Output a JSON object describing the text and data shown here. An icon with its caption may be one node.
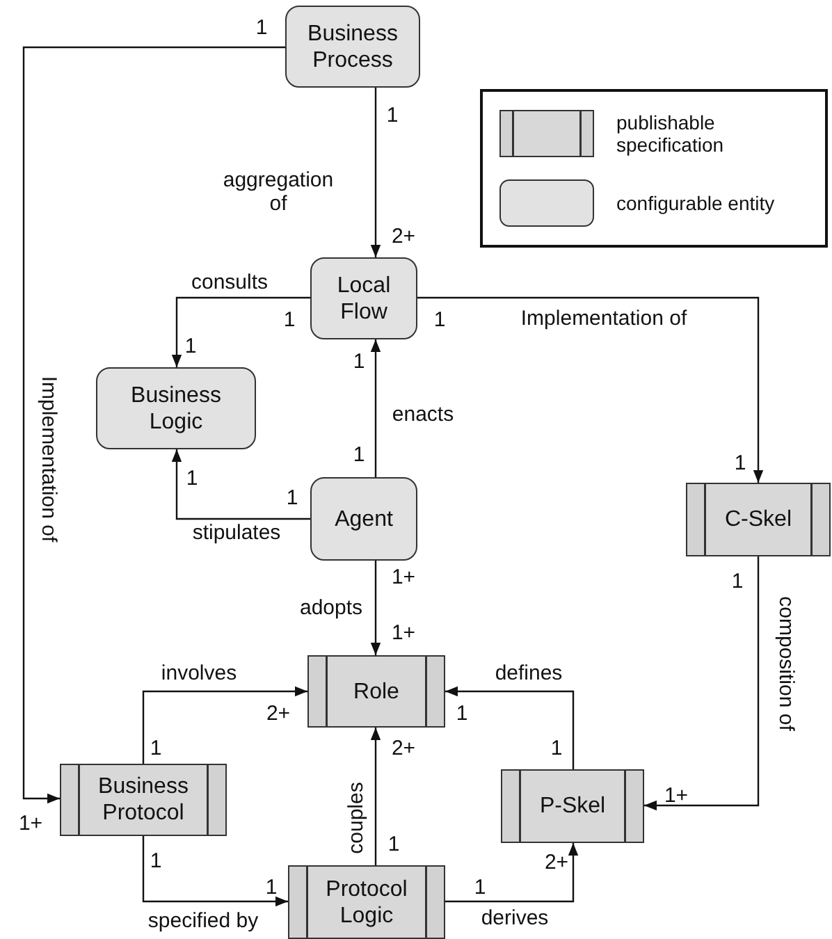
{
  "diagram": {
    "nodes": [
      {
        "text": [
          "Business Process"
        ]
      },
      {
        "text": [
          "Local Flow"
        ]
      },
      {
        "text": [
          "Business Logic"
        ]
      },
      {
        "text": [
          "Agent"
        ]
      },
      {
        "text": [
          "C-Skel"
        ]
      },
      {
        "text": [
          "Role"
        ]
      },
      {
        "text": [
          "Business Protocol"
        ]
      },
      {
        "text": [
          "P-Skel"
        ]
      },
      {
        "text": [
          "Protocol Logic"
        ]
      }
    ],
    "edges": [
      {
        "from": 0,
        "to": 1,
        "arrow": "to",
        "label": "aggregation of"
      },
      {
        "from": 1,
        "to": 2,
        "arrow": "to",
        "label": "consults"
      },
      {
        "from": 1,
        "to": 4,
        "arrow": "to",
        "label": "Implementation of"
      },
      {
        "from": 3,
        "to": 1,
        "arrow": "to",
        "label": "enacts"
      },
      {
        "from": 3,
        "to": 2,
        "arrow": "to",
        "label": "stipulates"
      },
      {
        "from": 3,
        "to": 5,
        "arrow": "to",
        "label": "adopts"
      },
      {
        "from": 0,
        "to": 6,
        "arrow": "to",
        "label": "Implementation of"
      },
      {
        "from": 6,
        "to": 5,
        "arrow": "to",
        "label": "involves"
      },
      {
        "from": 7,
        "to": 5,
        "arrow": "to",
        "label": "defines"
      },
      {
        "from": 4,
        "to": 7,
        "arrow": "to",
        "label": "composition of"
      },
      {
        "from": 8,
        "to": 5,
        "arrow": "to",
        "label": "couples"
      },
      {
        "from": 6,
        "to": 8,
        "arrow": "to",
        "label": "specified by"
      },
      {
        "from": 8,
        "to": 7,
        "arrow": "to",
        "label": "derives"
      }
    ],
    "labels": [
      "1",
      "1",
      "2+",
      "1",
      "1",
      "1",
      "1",
      "1",
      "1",
      "1",
      "1",
      "1+",
      "1",
      "1+",
      "2+",
      "1",
      "1",
      "2+",
      "1",
      "1+",
      "1+",
      "1",
      "1",
      "1",
      "2+",
      "1"
    ],
    "legend": [
      {
        "text": "publishable specification"
      },
      {
        "text": "configurable entity"
      }
    ]
  }
}
